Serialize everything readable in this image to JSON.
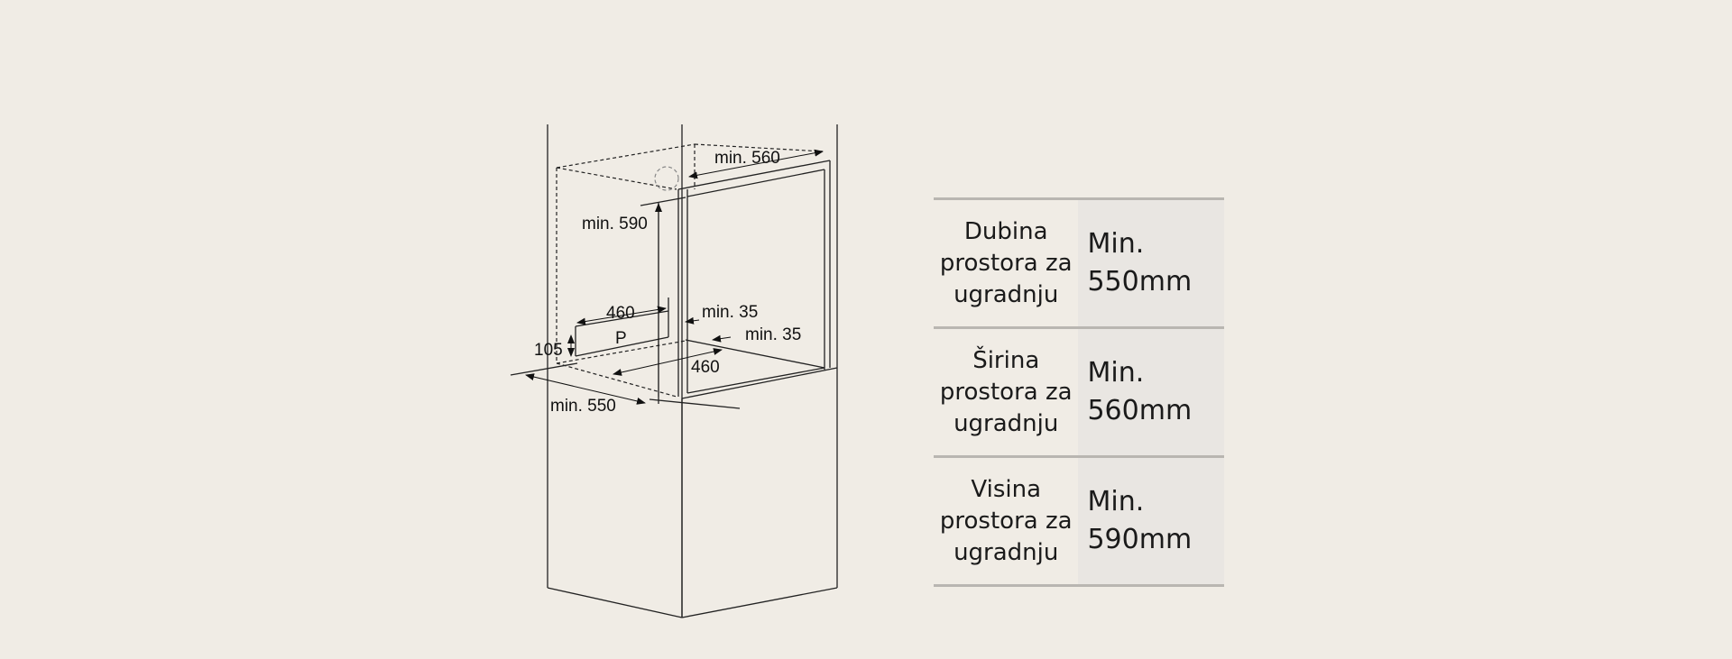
{
  "diagram": {
    "labels": {
      "width_top": "min. 560",
      "height": "min. 590",
      "panel_width": "460",
      "panel_letter": "P",
      "panel_height": "105",
      "side_gap_1": "min. 35",
      "side_gap_2": "min. 35",
      "inner_depth": "460",
      "depth": "min. 550"
    }
  },
  "spec_table": {
    "rows": [
      {
        "label": "Dubina prostora za ugradnju",
        "value_line1": "Min.",
        "value_line2": "550mm"
      },
      {
        "label": "Širina prostora za ugradnju",
        "value_line1": "Min.",
        "value_line2": "560mm"
      },
      {
        "label": "Visina prostora za ugradnju",
        "value_line1": "Min.",
        "value_line2": "590mm"
      }
    ]
  }
}
